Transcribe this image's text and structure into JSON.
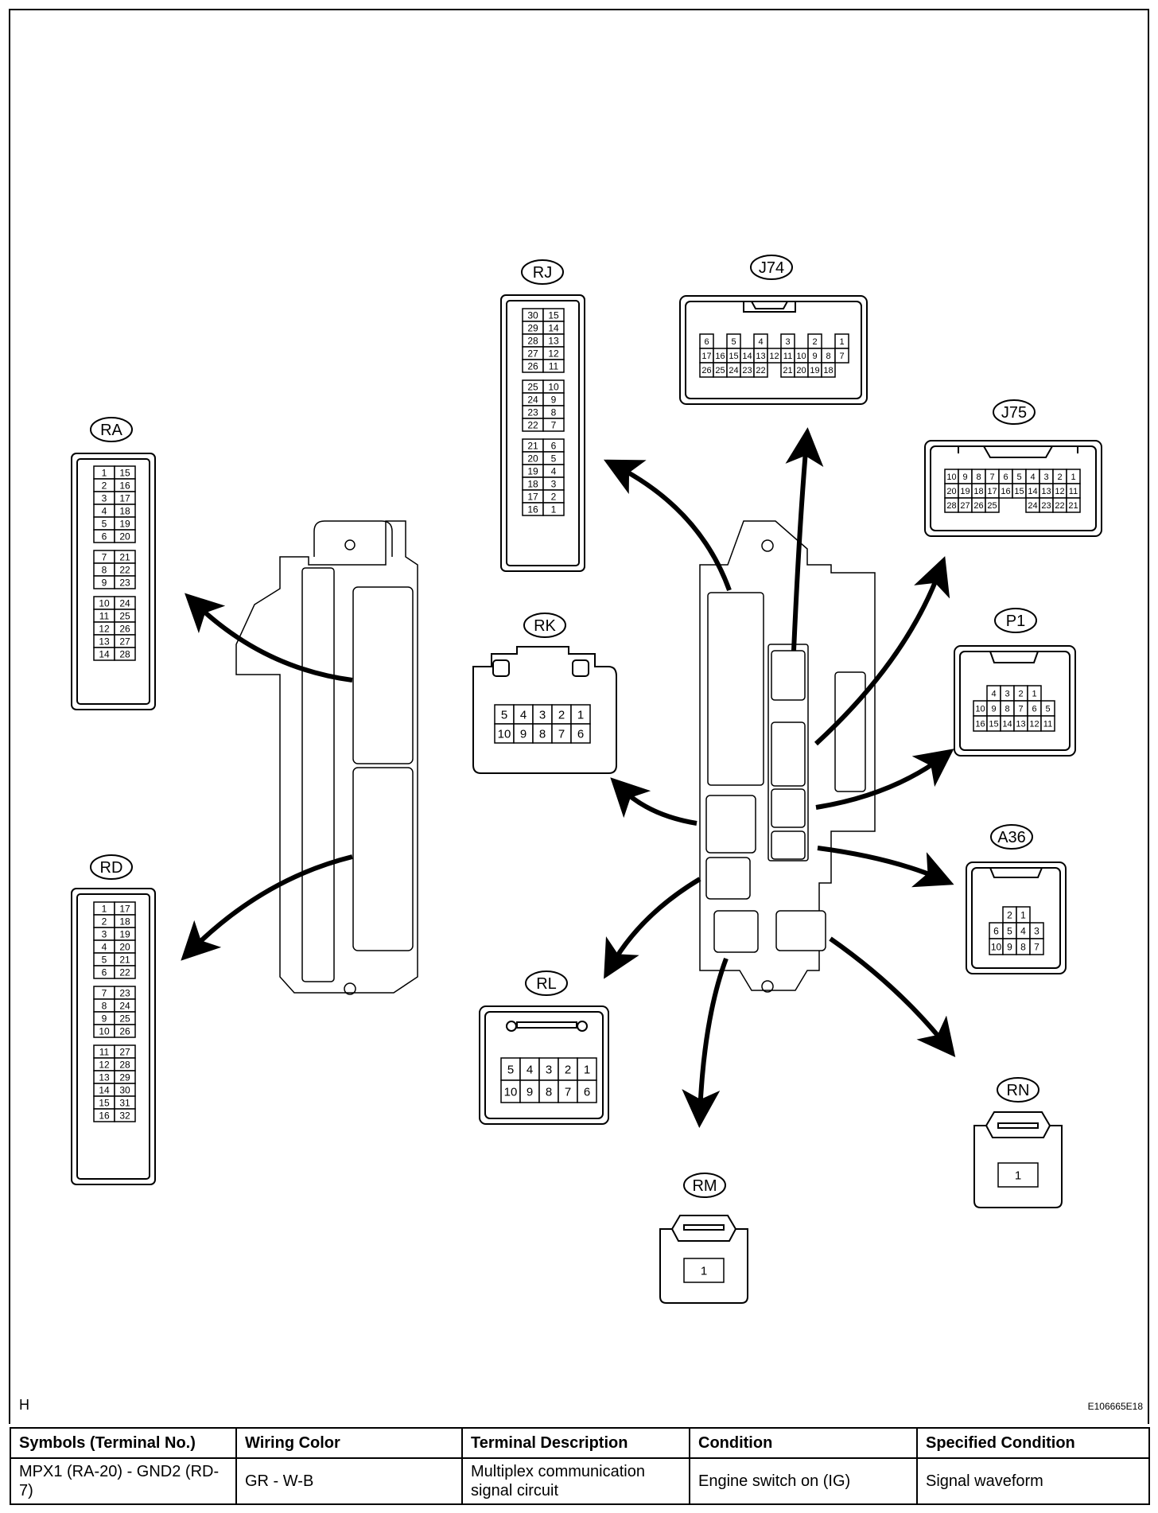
{
  "figure": {
    "corner_label": "H",
    "figure_id": "E106665E18"
  },
  "connectors": [
    {
      "id": "RA",
      "type": "double-column",
      "rows": [
        [
          "1",
          "15"
        ],
        [
          "2",
          "16"
        ],
        [
          "3",
          "17"
        ],
        [
          "4",
          "18"
        ],
        [
          "5",
          "19"
        ],
        [
          "6",
          "20"
        ],
        null,
        [
          "7",
          "21"
        ],
        [
          "8",
          "22"
        ],
        [
          "9",
          "23"
        ],
        null,
        [
          "10",
          "24"
        ],
        [
          "11",
          "25"
        ],
        [
          "12",
          "26"
        ],
        [
          "13",
          "27"
        ],
        [
          "14",
          "28"
        ]
      ]
    },
    {
      "id": "RD",
      "type": "double-column",
      "rows": [
        [
          "1",
          "17"
        ],
        [
          "2",
          "18"
        ],
        [
          "3",
          "19"
        ],
        [
          "4",
          "20"
        ],
        [
          "5",
          "21"
        ],
        [
          "6",
          "22"
        ],
        null,
        [
          "7",
          "23"
        ],
        [
          "8",
          "24"
        ],
        [
          "9",
          "25"
        ],
        [
          "10",
          "26"
        ],
        null,
        [
          "11",
          "27"
        ],
        [
          "12",
          "28"
        ],
        [
          "13",
          "29"
        ],
        [
          "14",
          "30"
        ],
        [
          "15",
          "31"
        ],
        [
          "16",
          "32"
        ]
      ]
    },
    {
      "id": "RJ",
      "type": "double-column",
      "rows": [
        [
          "30",
          "15"
        ],
        [
          "29",
          "14"
        ],
        [
          "28",
          "13"
        ],
        [
          "27",
          "12"
        ],
        [
          "26",
          "11"
        ],
        null,
        [
          "25",
          "10"
        ],
        [
          "24",
          "9"
        ],
        [
          "23",
          "8"
        ],
        [
          "22",
          "7"
        ],
        null,
        [
          "21",
          "6"
        ],
        [
          "20",
          "5"
        ],
        [
          "19",
          "4"
        ],
        [
          "18",
          "3"
        ],
        [
          "17",
          "2"
        ],
        [
          "16",
          "1"
        ]
      ]
    },
    {
      "id": "J74",
      "type": "grid",
      "rows": [
        [
          "6",
          "",
          "5",
          "",
          "4",
          "",
          "3",
          "",
          "2",
          "",
          "1"
        ],
        [
          "17",
          "16",
          "15",
          "14",
          "13",
          "12",
          "11",
          "10",
          "9",
          "8",
          "7"
        ],
        [
          "26",
          "25",
          "24",
          "23",
          "22",
          "",
          "21",
          "20",
          "19",
          "18",
          ""
        ]
      ]
    },
    {
      "id": "J75",
      "type": "grid",
      "rows": [
        [
          "10",
          "9",
          "8",
          "7",
          "6",
          "5",
          "4",
          "3",
          "2",
          "1"
        ],
        [
          "20",
          "19",
          "18",
          "17",
          "16",
          "15",
          "14",
          "13",
          "12",
          "11"
        ],
        [
          "28",
          "27",
          "26",
          "25",
          "",
          "",
          "24",
          "23",
          "22",
          "21"
        ]
      ]
    },
    {
      "id": "RK",
      "type": "grid",
      "rows": [
        [
          "5",
          "4",
          "3",
          "2",
          "1"
        ],
        [
          "10",
          "9",
          "8",
          "7",
          "6"
        ]
      ]
    },
    {
      "id": "P1",
      "type": "grid",
      "rows": [
        [
          "",
          "4",
          "3",
          "2",
          "1",
          ""
        ],
        [
          "10",
          "9",
          "8",
          "7",
          "6",
          "5"
        ],
        [
          "16",
          "15",
          "14",
          "13",
          "12",
          "11"
        ]
      ]
    },
    {
      "id": "A36",
      "type": "grid",
      "rows": [
        [
          "",
          "2",
          "1",
          ""
        ],
        [
          "6",
          "5",
          "4",
          "3"
        ],
        [
          "10",
          "9",
          "8",
          "7"
        ]
      ]
    },
    {
      "id": "RL",
      "type": "grid",
      "rows": [
        [
          "5",
          "4",
          "3",
          "2",
          "1"
        ],
        [
          "10",
          "9",
          "8",
          "7",
          "6"
        ]
      ]
    },
    {
      "id": "RN",
      "type": "single",
      "rows": [
        [
          "1"
        ]
      ]
    },
    {
      "id": "RM",
      "type": "single",
      "rows": [
        [
          "1"
        ]
      ]
    }
  ],
  "table": {
    "headers": [
      "Symbols (Terminal No.)",
      "Wiring Color",
      "Terminal Description",
      "Condition",
      "Specified Condition"
    ],
    "rows": [
      [
        "MPX1 (RA-20) - GND2 (RD-7)",
        "GR - W-B",
        "Multiplex communication signal circuit",
        "Engine switch on (IG)",
        "Signal waveform"
      ]
    ]
  }
}
